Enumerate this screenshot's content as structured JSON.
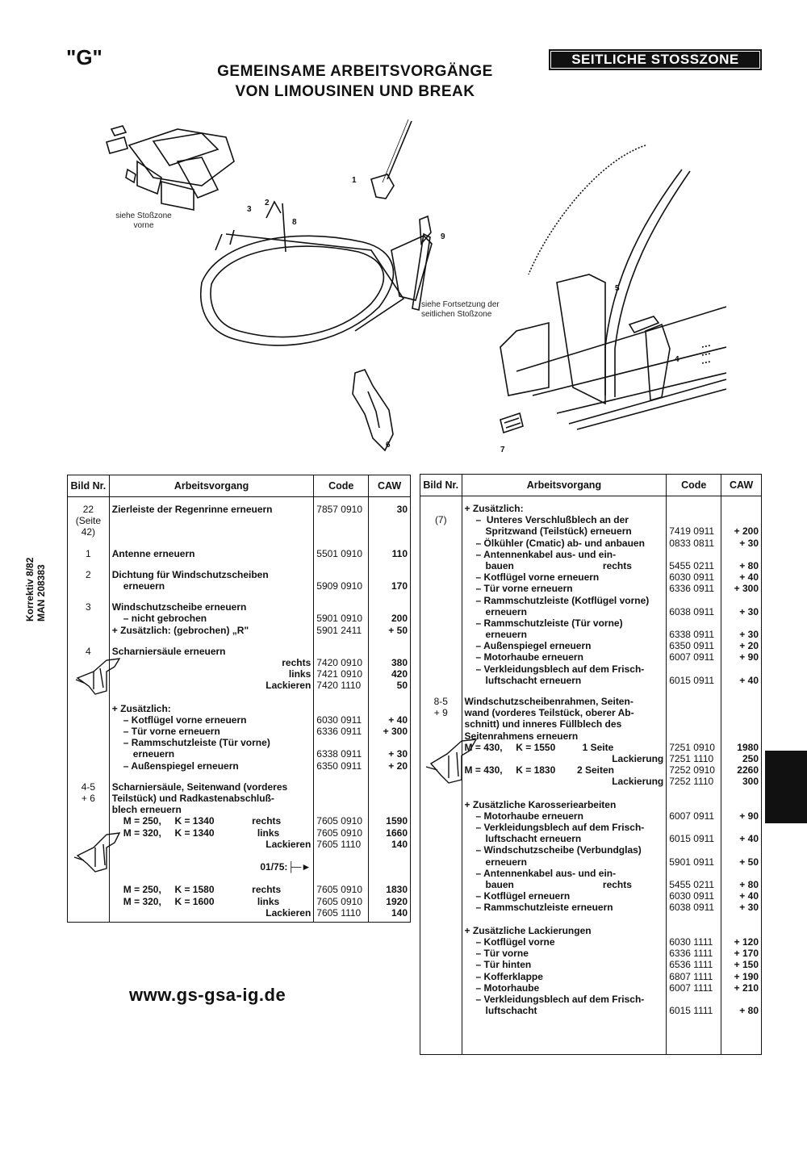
{
  "header": {
    "letter": "\"G\"",
    "title_line1": "GEMEINSAME ARBEITSVORGÄNGE",
    "title_line2": "VON LIMOUSINEN UND BREAK",
    "section": "SEITLICHE STOSSZONE"
  },
  "figure": {
    "note_front": "siehe Stoßzone\nvorne",
    "note_side": "siehe Fortsetzung der\nseitlichen Stoßzone",
    "parts": [
      "1",
      "2",
      "3",
      "5",
      "6",
      "7",
      "8",
      "9",
      "4"
    ]
  },
  "side_note": {
    "line1": "Korrektiv 8/82",
    "line2": "MAN 208383"
  },
  "table_headers": {
    "bild": "Bild Nr.",
    "arbeit": "Arbeitsvorgang",
    "code": "Code",
    "caw": "CAW"
  },
  "left_rows": [
    {
      "bild": [
        "22",
        "(Seite",
        "42)"
      ],
      "lines": [
        {
          "t": "Zierleiste der Regenrinne erneuern",
          "c": "7857 0910",
          "v": "30",
          "cls": "b"
        }
      ]
    },
    {
      "bild": [
        "1"
      ],
      "lines": [
        {
          "t": "Antenne erneuern",
          "c": "5501 0910",
          "v": "110",
          "cls": "b"
        }
      ]
    },
    {
      "bild": [
        "2"
      ],
      "lines": [
        {
          "t": "Dichtung für Windschutzscheiben",
          "c": "",
          "v": "",
          "cls": "b"
        },
        {
          "t": "erneuern",
          "c": "5909 0910",
          "v": "170",
          "cls": "b ind1"
        }
      ]
    },
    {
      "bild": [
        "3"
      ],
      "lines": [
        {
          "t": "Windschutzscheibe erneuern",
          "c": "",
          "v": "",
          "cls": "b"
        },
        {
          "t": "– nicht gebrochen",
          "c": "5901 0910",
          "v": "200",
          "cls": "b ind1"
        },
        {
          "t": "+ Zusätzlich: (gebrochen) „R\"",
          "c": "5901 2411",
          "v": "+ 50",
          "cls": "b"
        }
      ]
    },
    {
      "bild": [
        "4"
      ],
      "lines": [
        {
          "t": "Scharniersäule erneuern",
          "c": "",
          "v": "",
          "cls": "b"
        },
        {
          "t": "rechts",
          "c": "7420 0910",
          "v": "380",
          "cls": "b r"
        },
        {
          "t": "links",
          "c": "7421 0910",
          "v": "420",
          "cls": "b r"
        },
        {
          "t": "Lackieren",
          "c": "7420 1110",
          "v": "50",
          "cls": "b r"
        },
        {
          "t": "",
          "c": "",
          "v": "",
          "cls": ""
        },
        {
          "t": "+ Zusätzlich:",
          "c": "",
          "v": "",
          "cls": "b"
        },
        {
          "t": "– Kotflügel vorne erneuern",
          "c": "6030 0911",
          "v": "+ 40",
          "cls": "b ind1"
        },
        {
          "t": "– Tür vorne erneuern",
          "c": "6336 0911",
          "v": "+ 300",
          "cls": "b ind1"
        },
        {
          "t": "– Rammschutzleiste (Tür vorne)",
          "c": "",
          "v": "",
          "cls": "b ind1"
        },
        {
          "t": "erneuern",
          "c": "6338 0911",
          "v": "+ 30",
          "cls": "b ind2"
        },
        {
          "t": "– Außenspiegel erneuern",
          "c": "6350 0911",
          "v": "+ 20",
          "cls": "b ind1"
        }
      ]
    },
    {
      "bild": [
        "4-5",
        "+ 6"
      ],
      "lines": [
        {
          "t": "Scharniersäule, Seitenwand (vorderes",
          "c": "",
          "v": "",
          "cls": "b"
        },
        {
          "t": "Teilstück) und Radkastenabschluß-",
          "c": "",
          "v": "",
          "cls": "b"
        },
        {
          "t": "blech erneuern",
          "c": "",
          "v": "",
          "cls": "b"
        },
        {
          "t": "M = 250,     K = 1340              rechts",
          "c": "7605 0910",
          "v": "1590",
          "cls": "b ind1"
        },
        {
          "t": "M = 320,     K = 1340                links",
          "c": "7605 0910",
          "v": "1660",
          "cls": "b ind1"
        },
        {
          "t": "Lackieren",
          "c": "7605 1110",
          "v": "140",
          "cls": "b r"
        },
        {
          "t": "",
          "c": "",
          "v": "",
          "cls": ""
        },
        {
          "t": "01/75:├─►",
          "c": "",
          "v": "",
          "cls": "b r"
        },
        {
          "t": "",
          "c": "",
          "v": "",
          "cls": ""
        },
        {
          "t": "M = 250,     K = 1580              rechts",
          "c": "7605 0910",
          "v": "1830",
          "cls": "b ind1"
        },
        {
          "t": "M = 320,     K = 1600                links",
          "c": "7605 0910",
          "v": "1920",
          "cls": "b ind1"
        },
        {
          "t": "Lackieren",
          "c": "7605 1110",
          "v": "140",
          "cls": "b r"
        }
      ]
    }
  ],
  "right_rows": [
    {
      "bild": [
        "",
        "(7)"
      ],
      "lines": [
        {
          "t": "+ Zusätzlich:",
          "c": "",
          "v": "",
          "cls": "b"
        },
        {
          "t": "–  Unteres Verschlußblech an der",
          "c": "",
          "v": "",
          "cls": "b ind1"
        },
        {
          "t": "Spritzwand (Teilstück) erneuern",
          "c": "7419 0911",
          "v": "+ 200",
          "cls": "b ind2"
        },
        {
          "t": "– Ölkühler (Cmatic) ab- und anbauen",
          "c": "0833 0811",
          "v": "+ 30",
          "cls": "b ind1"
        },
        {
          "t": "– Antennenkabel aus- und ein-",
          "c": "",
          "v": "",
          "cls": "b ind1"
        },
        {
          "t": "bauen                                 rechts",
          "c": "5455 0211",
          "v": "+ 80",
          "cls": "b ind2"
        },
        {
          "t": "– Kotflügel vorne erneuern",
          "c": "6030 0911",
          "v": "+ 40",
          "cls": "b ind1"
        },
        {
          "t": "– Tür vorne erneuern",
          "c": "6336 0911",
          "v": "+ 300",
          "cls": "b ind1"
        },
        {
          "t": "– Rammschutzleiste (Kotflügel vorne)",
          "c": "",
          "v": "",
          "cls": "b ind1"
        },
        {
          "t": "erneuern",
          "c": "6038 0911",
          "v": "+ 30",
          "cls": "b ind2"
        },
        {
          "t": "– Rammschutzleiste (Tür vorne)",
          "c": "",
          "v": "",
          "cls": "b ind1"
        },
        {
          "t": "erneuern",
          "c": "6338 0911",
          "v": "+ 30",
          "cls": "b ind2"
        },
        {
          "t": "– Außenspiegel erneuern",
          "c": "6350 0911",
          "v": "+ 20",
          "cls": "b ind1"
        },
        {
          "t": "– Motorhaube erneuern",
          "c": "6007 0911",
          "v": "+ 90",
          "cls": "b ind1"
        },
        {
          "t": "– Verkleidungsblech auf dem Frisch-",
          "c": "",
          "v": "",
          "cls": "b ind1"
        },
        {
          "t": "luftschacht erneuern",
          "c": "6015 0911",
          "v": "+ 40",
          "cls": "b ind2"
        }
      ]
    },
    {
      "bild": [
        "8-5",
        "+ 9"
      ],
      "lines": [
        {
          "t": "Windschutzscheibenrahmen, Seiten-",
          "c": "",
          "v": "",
          "cls": "b"
        },
        {
          "t": "wand (vorderes Teilstück, oberer Ab-",
          "c": "",
          "v": "",
          "cls": "b"
        },
        {
          "t": "schnitt) und inneres Füllblech des",
          "c": "",
          "v": "",
          "cls": "b"
        },
        {
          "t": "Seitenrahmens erneuern",
          "c": "",
          "v": "",
          "cls": "b"
        },
        {
          "t": "M = 430,     K = 1550          1 Seite",
          "c": "7251 0910",
          "v": "1980",
          "cls": "b"
        },
        {
          "t": "Lackierung",
          "c": "7251 1110",
          "v": "250",
          "cls": "b r"
        },
        {
          "t": "M = 430,     K = 1830        2 Seiten",
          "c": "7252 0910",
          "v": "2260",
          "cls": "b"
        },
        {
          "t": "Lackierung",
          "c": "7252 1110",
          "v": "300",
          "cls": "b r"
        },
        {
          "t": "",
          "c": "",
          "v": "",
          "cls": ""
        },
        {
          "t": "+ Zusätzliche Karosseriearbeiten",
          "c": "",
          "v": "",
          "cls": "b"
        },
        {
          "t": "– Motorhaube erneuern",
          "c": "6007 0911",
          "v": "+ 90",
          "cls": "b ind1"
        },
        {
          "t": "– Verkleidungsblech auf dem Frisch-",
          "c": "",
          "v": "",
          "cls": "b ind1"
        },
        {
          "t": "luftschacht erneuern",
          "c": "6015 0911",
          "v": "+ 40",
          "cls": "b ind2"
        },
        {
          "t": "– Windschutzscheibe (Verbundglas)",
          "c": "",
          "v": "",
          "cls": "b ind1"
        },
        {
          "t": "erneuern",
          "c": "5901 0911",
          "v": "+ 50",
          "cls": "b ind2"
        },
        {
          "t": "– Antennenkabel aus- und ein-",
          "c": "",
          "v": "",
          "cls": "b ind1"
        },
        {
          "t": "bauen                                 rechts",
          "c": "5455 0211",
          "v": "+ 80",
          "cls": "b ind2"
        },
        {
          "t": "– Kotflügel erneuern",
          "c": "6030 0911",
          "v": "+ 40",
          "cls": "b ind1"
        },
        {
          "t": "– Rammschutzleiste erneuern",
          "c": "6038 0911",
          "v": "+ 30",
          "cls": "b ind1"
        },
        {
          "t": "",
          "c": "",
          "v": "",
          "cls": ""
        },
        {
          "t": "+ Zusätzliche Lackierungen",
          "c": "",
          "v": "",
          "cls": "b"
        },
        {
          "t": "– Kotflügel vorne",
          "c": "6030 1111",
          "v": "+ 120",
          "cls": "b ind1"
        },
        {
          "t": "– Tür vorne",
          "c": "6336 1111",
          "v": "+ 170",
          "cls": "b ind1"
        },
        {
          "t": "– Tür hinten",
          "c": "6536 1111",
          "v": "+ 150",
          "cls": "b ind1"
        },
        {
          "t": "– Kofferklappe",
          "c": "6807 1111",
          "v": "+ 190",
          "cls": "b ind1"
        },
        {
          "t": "– Motorhaube",
          "c": "6007 1111",
          "v": "+ 210",
          "cls": "b ind1"
        },
        {
          "t": "– Verkleidungsblech auf dem Frisch-",
          "c": "",
          "v": "",
          "cls": "b ind1"
        },
        {
          "t": "luftschacht",
          "c": "6015 1111",
          "v": "+ 80",
          "cls": "b ind2"
        }
      ]
    }
  ],
  "website": "www.gs-gsa-ig.de"
}
